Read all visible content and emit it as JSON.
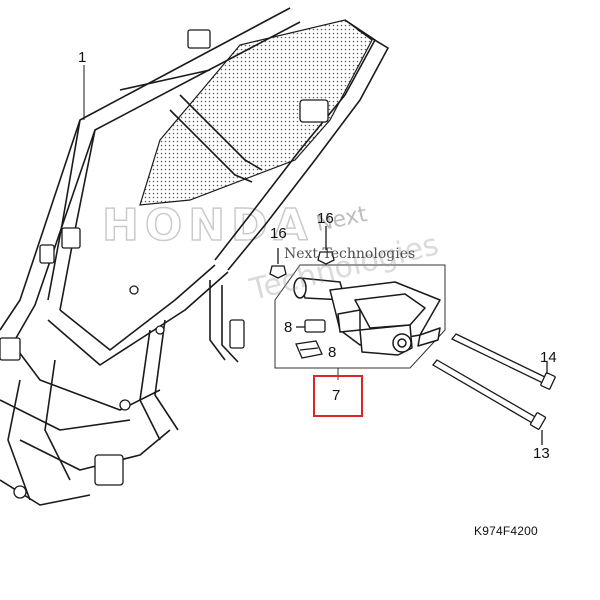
{
  "diagram": {
    "callouts": {
      "frame": "1",
      "bracket_assembly": "7",
      "clip_upper": "8",
      "clip_lower": "8",
      "nut_left": "16",
      "nut_right": "16",
      "bolt_long": "13",
      "bolt_short": "14"
    },
    "figure_code": "K974F4200",
    "highlighted_callout": "7",
    "colors": {
      "line": "#1a1a1a",
      "highlight": "#d8262b",
      "watermark": "#9a9a9a"
    }
  },
  "watermarks": {
    "brand_logo": "HONDA",
    "overlay_line1": "Next",
    "overlay_line2": "Technologies",
    "overlay_small": "Next Technologies"
  }
}
